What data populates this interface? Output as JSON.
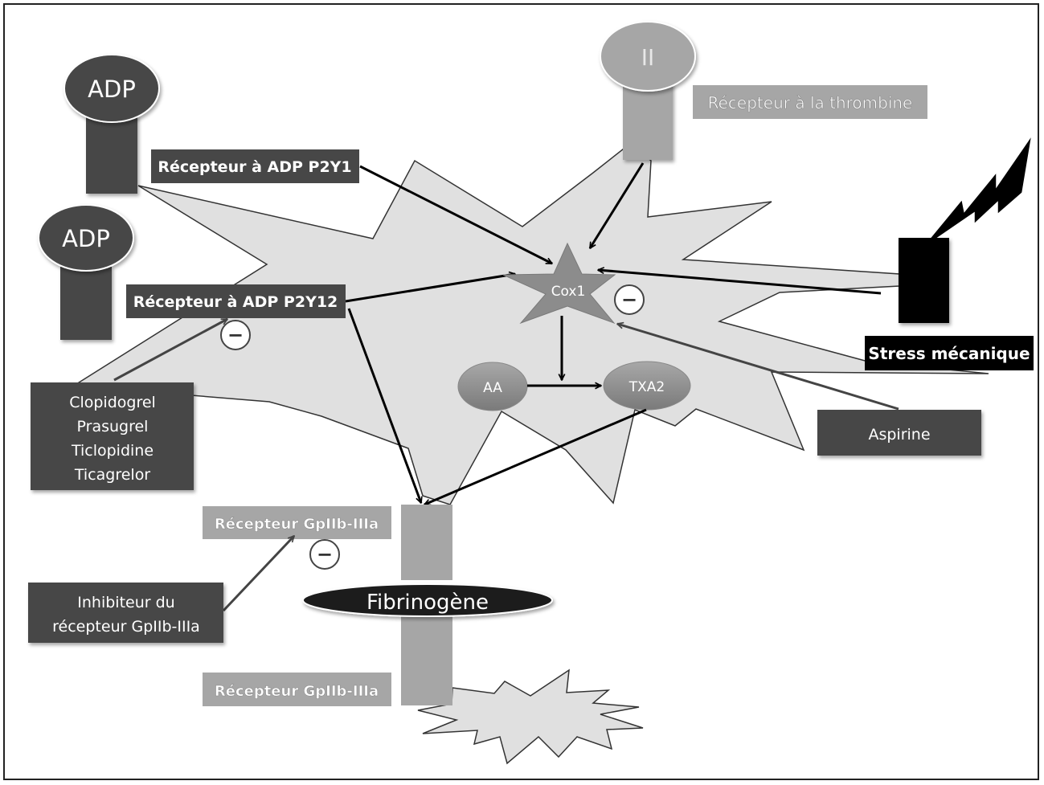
{
  "title": "Mécanismes d'activation plaquettaire et cibles des antiagrégants",
  "nodes": {
    "adp_top": "ADP",
    "adp_bottom": "ADP",
    "thrombin_ligand": "II",
    "cox1": "Cox1",
    "aa": "AA",
    "txa2": "TXA2",
    "fibrinogen": "Fibrinogène"
  },
  "labels": {
    "p2y1": "Récepteur à ADP P2Y1",
    "p2y12": "Récepteur à ADP P2Y12",
    "thrombin_receptor": "Récepteur à la thrombine",
    "stress": "Stress mécanique",
    "aspirin": "Aspirine",
    "gp_top": "Récepteur GpIIb-IIIa",
    "gp_bottom": "Récepteur GpIIb-IIIa",
    "inhibitor_line1": "Inhibiteur du",
    "inhibitor_line2": "récepteur GpIIb-IIIa"
  },
  "drugs": {
    "p2y12_inhibitors": [
      "Clopidogrel",
      "Prasugrel",
      "Ticlopidine",
      "Ticagrelor"
    ]
  },
  "symbols": {
    "inhibition": "−"
  },
  "edges": [
    {
      "from": "p2y1",
      "to": "cox1",
      "type": "activation"
    },
    {
      "from": "thrombin_receptor",
      "to": "cox1",
      "type": "activation"
    },
    {
      "from": "p2y12",
      "to": "cox1",
      "type": "activation"
    },
    {
      "from": "stress",
      "to": "cox1",
      "type": "activation"
    },
    {
      "from": "cox1",
      "to": "aa_txa2",
      "type": "activation"
    },
    {
      "from": "aa",
      "to": "txa2",
      "type": "activation"
    },
    {
      "from": "p2y12",
      "to": "gp_receptor",
      "type": "activation"
    },
    {
      "from": "txa2",
      "to": "gp_receptor",
      "type": "activation"
    },
    {
      "from": "aspirin",
      "to": "cox1",
      "type": "inhibition"
    },
    {
      "from": "p2y12_inhibitors",
      "to": "p2y12",
      "type": "inhibition"
    },
    {
      "from": "gp_inhibitor",
      "to": "gp_top",
      "type": "inhibition"
    }
  ],
  "colors": {
    "cell_fill": "#e0e0e0",
    "dark_box": "#474747",
    "light_box": "#a6a6a6",
    "black_box": "#000000",
    "cox_star": "#8c8c8c",
    "enzyme": "#8e8e8e"
  }
}
